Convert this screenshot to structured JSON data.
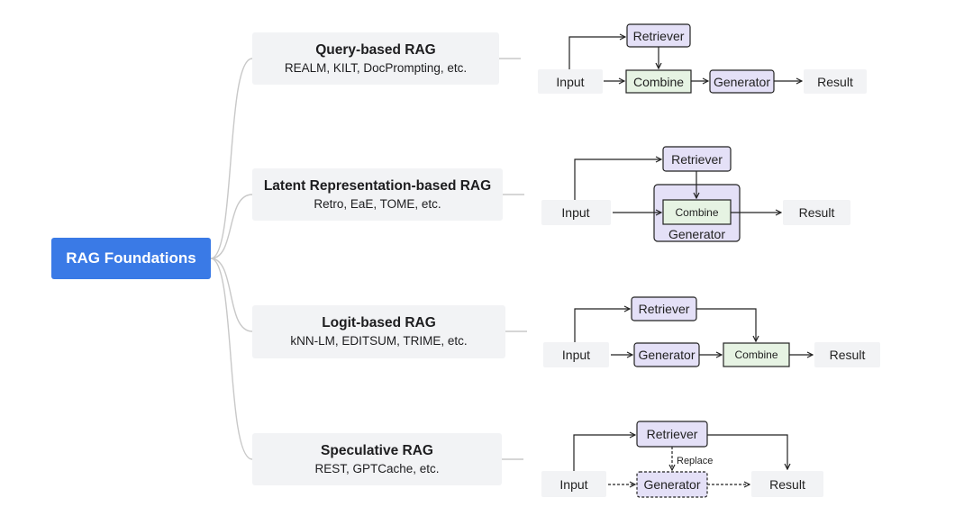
{
  "root": {
    "label": "RAG Foundations"
  },
  "categories": [
    {
      "title": "Query-based RAG",
      "examples": "REALM, KILT, DocPrompting, etc."
    },
    {
      "title": "Latent Representation-based RAG",
      "examples": "Retro, EaE, TOME, etc."
    },
    {
      "title": "Logit-based RAG",
      "examples": "kNN-LM, EDITSUM, TRIME, etc."
    },
    {
      "title": "Speculative RAG",
      "examples": "REST, GPTCache, etc."
    }
  ],
  "flows": {
    "query": {
      "input": "Input",
      "retriever": "Retriever",
      "combine": "Combine",
      "generator": "Generator",
      "result": "Result"
    },
    "latent": {
      "input": "Input",
      "retriever": "Retriever",
      "combine": "Combine",
      "generator": "Generator",
      "result": "Result"
    },
    "logit": {
      "input": "Input",
      "retriever": "Retriever",
      "generator": "Generator",
      "combine": "Combine",
      "result": "Result"
    },
    "speculative": {
      "input": "Input",
      "retriever": "Retriever",
      "replace": "Replace",
      "generator": "Generator",
      "result": "Result"
    }
  },
  "colors": {
    "root_fill": "#3a7ae6",
    "category_fill": "#f2f3f5",
    "retriever_fill": "#e4e0f7",
    "combine_fill": "#e6f3e3",
    "generator_fill": "#e4e0f7",
    "plain_fill": "#f2f3f5",
    "stroke": "#222222",
    "connector": "#c8c8c8"
  }
}
